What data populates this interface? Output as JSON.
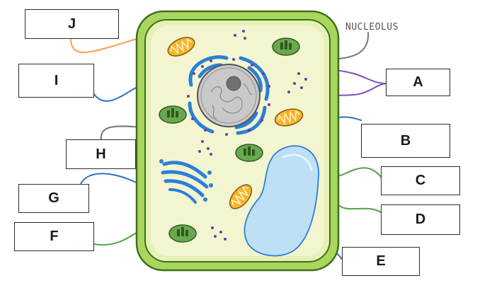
{
  "labels": {
    "J": "J",
    "I": "I",
    "H": "H",
    "G": "G",
    "F": "F",
    "A": "A",
    "B": "B",
    "C": "C",
    "D": "D",
    "E": "E"
  },
  "caption": {
    "nucleolus": "NUCLEOLUS"
  },
  "colors": {
    "cell_wall_outer": "#a9d65c",
    "cell_wall_inner": "#e6f1b8",
    "cytoplasm": "#f2f5cf",
    "outline": "#3c6f1e",
    "nucleus": "#c9c9c9",
    "nucleolus": "#707070",
    "er": "#2b7fd6",
    "vacuole": "#bde0f5",
    "chloroplast": "#6aa84f",
    "mitochondria": "#f4b52e",
    "vesicles": "#6a3fa3",
    "leader_orange": "#f2a14a",
    "leader_blue": "#2f73c2",
    "leader_purple": "#7a4fc0",
    "leader_green": "#4ea644",
    "leader_gray": "#777777"
  }
}
